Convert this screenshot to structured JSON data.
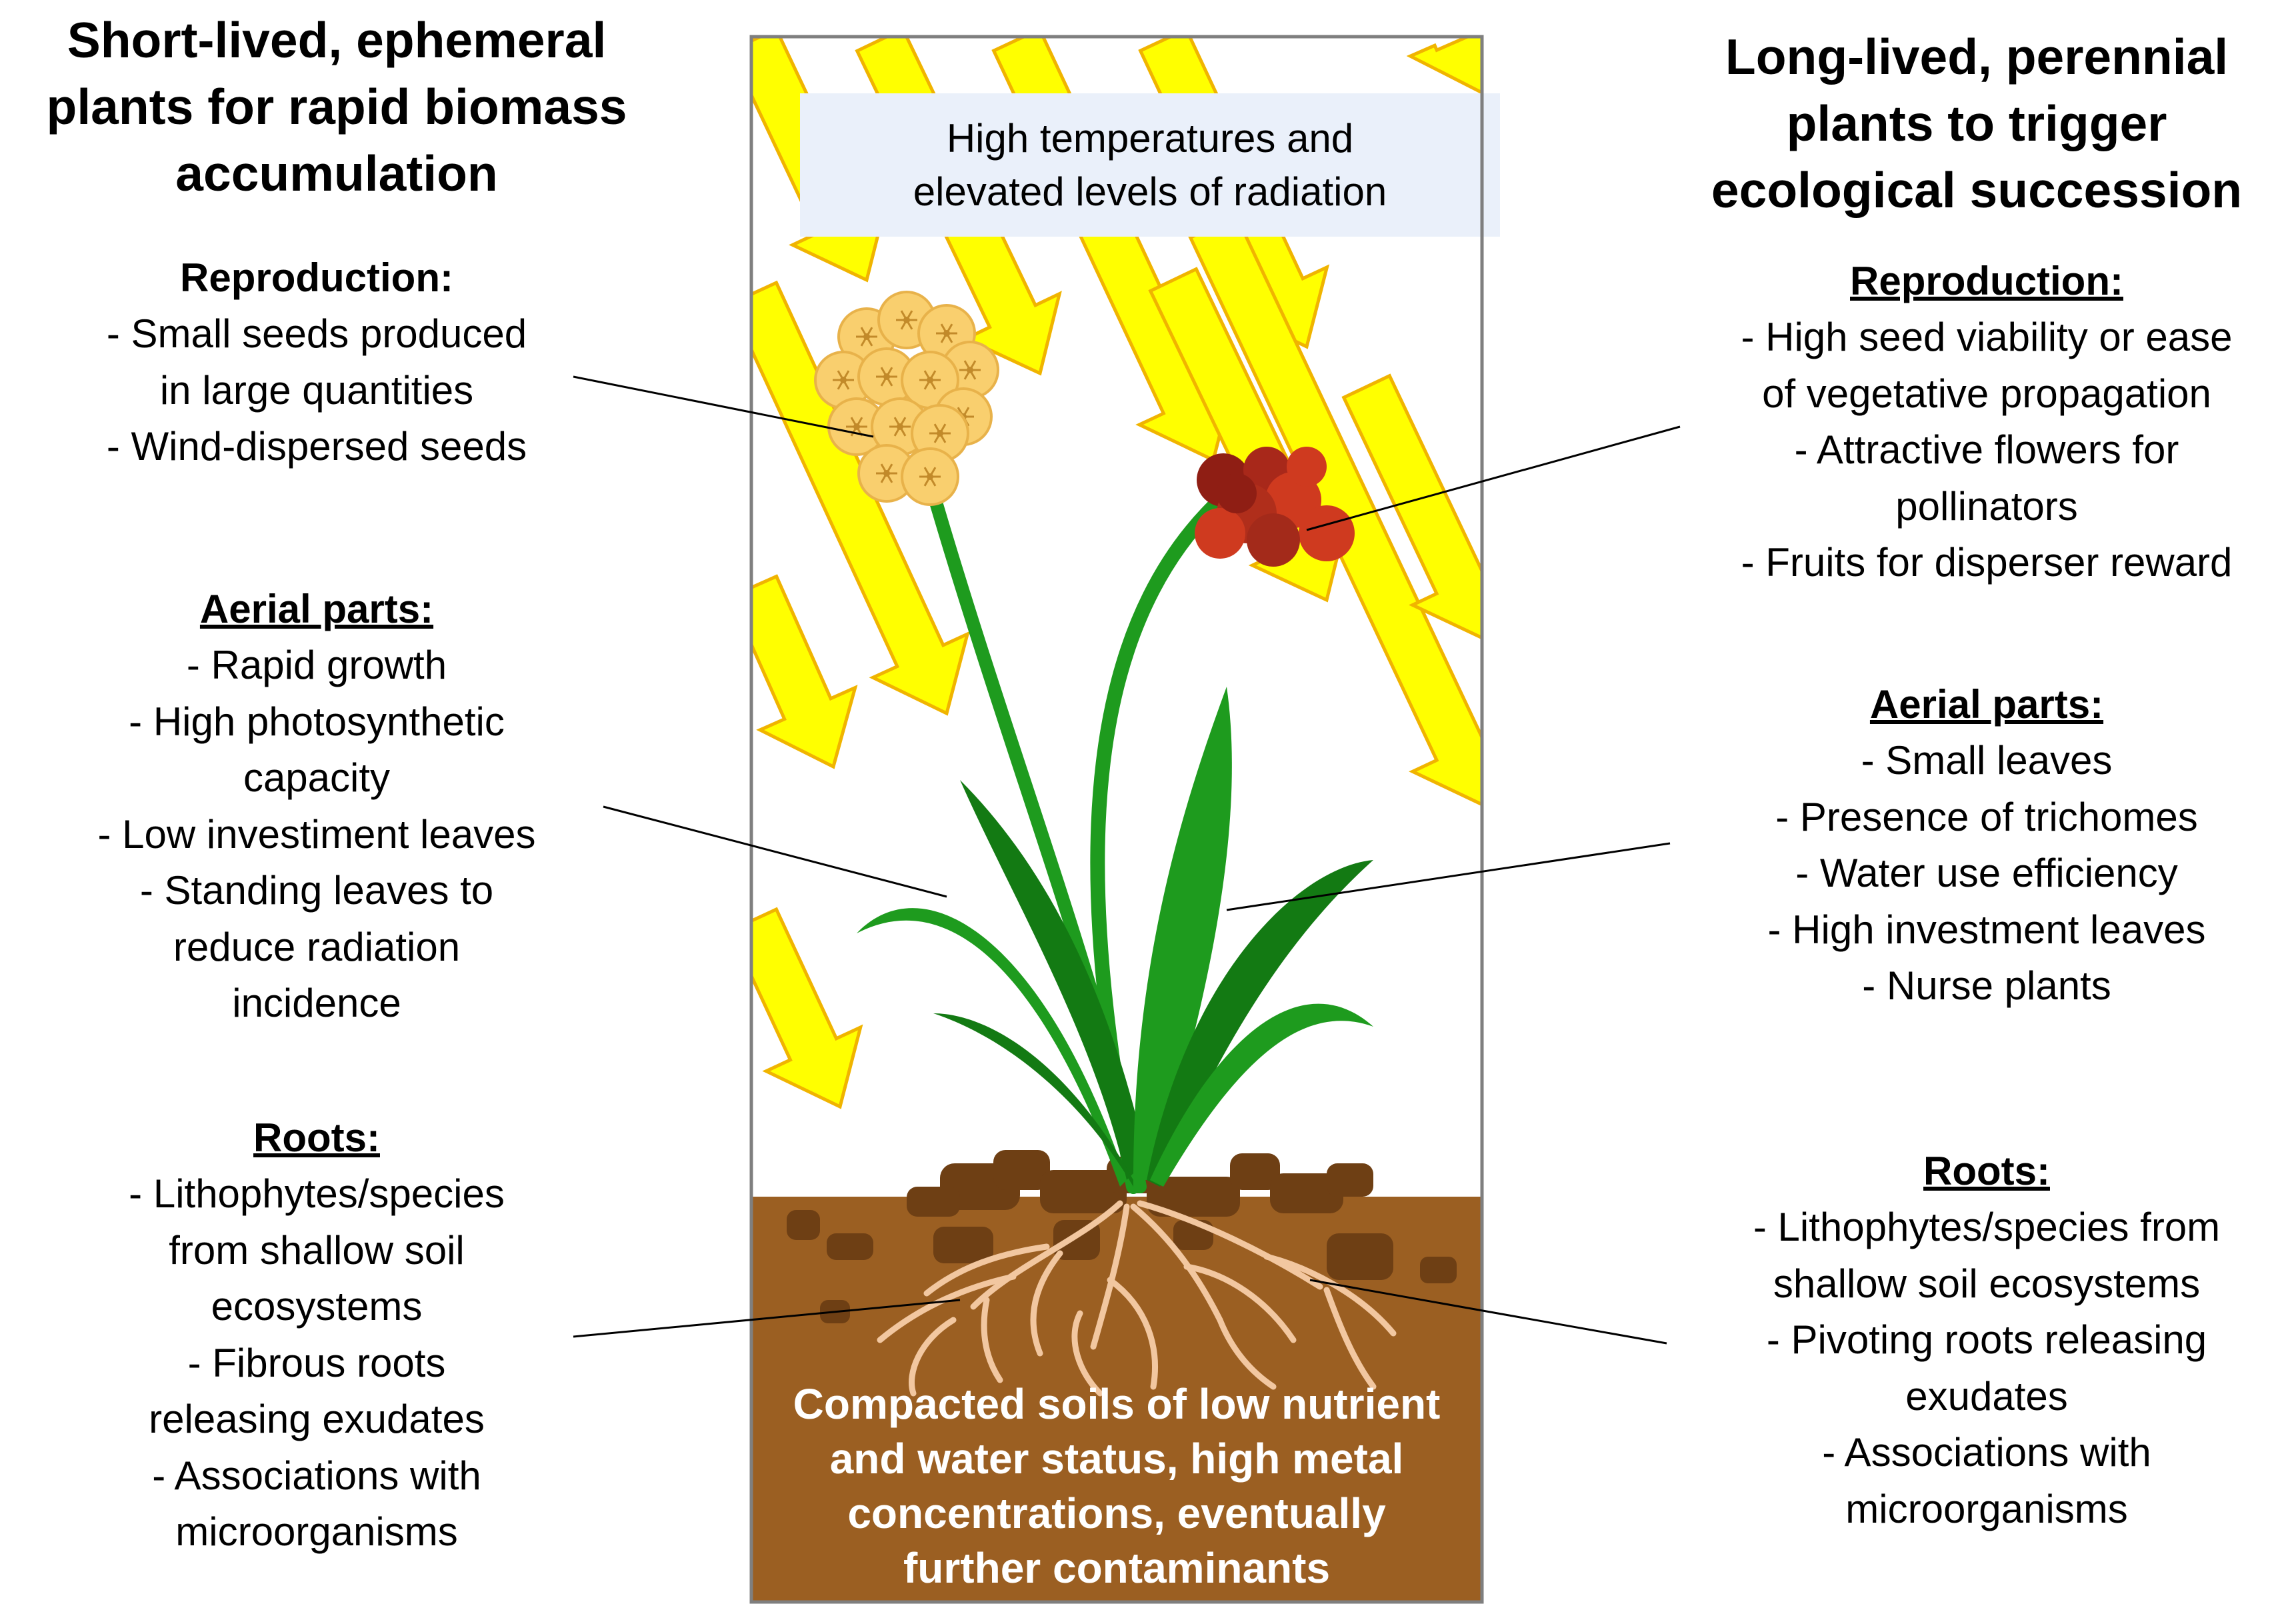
{
  "left": {
    "heading": [
      "Short-lived, ephemeral",
      "plants for rapid biomass",
      "accumulation"
    ],
    "sections": [
      {
        "title": "Reproduction:",
        "underline": false,
        "lines": [
          "- Small seeds produced",
          "in large quantities",
          "- Wind-dispersed seeds"
        ]
      },
      {
        "title": "Aerial parts:",
        "underline": true,
        "lines": [
          "- Rapid growth",
          "- High photosynthetic",
          "capacity",
          "- Low investiment leaves",
          "- Standing leaves to",
          "reduce radiation",
          "incidence"
        ]
      },
      {
        "title": "Roots:",
        "underline": true,
        "lines": [
          "- Lithophytes/species",
          "from shallow soil",
          "ecosystems",
          "- Fibrous roots",
          "releasing exudates",
          "- Associations with",
          "microorganisms"
        ]
      }
    ]
  },
  "right": {
    "heading": [
      "Long-lived, perennial",
      "plants to trigger",
      "ecological succession"
    ],
    "sections": [
      {
        "title": "Reproduction:",
        "underline": true,
        "lines": [
          "- High seed viability or ease",
          "of vegetative propagation",
          "- Attractive flowers for",
          "pollinators",
          "- Fruits for disperser reward"
        ]
      },
      {
        "title": "Aerial parts:",
        "underline": true,
        "lines": [
          "- Small leaves",
          "- Presence of trichomes",
          "- Water use efficiency",
          "- High investment leaves",
          "- Nurse plants"
        ]
      },
      {
        "title": "Roots:",
        "underline": true,
        "lines": [
          "- Lithophytes/species from",
          "shallow soil ecosystems",
          "- Pivoting roots releasing",
          "exudates",
          "- Associations with",
          "microorganisms"
        ]
      }
    ]
  },
  "center": {
    "sky_label": [
      "High temperatures and",
      "elevated levels of radiation"
    ],
    "soil_label": [
      "Compacted soils of low nutrient",
      "and water status, high metal",
      "concentrations, eventually",
      "further contaminants"
    ]
  },
  "colors": {
    "arrow_fill": "#ffff00",
    "arrow_stroke": "#f0b400",
    "sky_label_bg": "#eaf0fa",
    "soil": "#9b5f22",
    "soil_dark": "#6e3f14",
    "root": "#f2c7a0",
    "leaf": "#1e9b1e",
    "leaf_dark": "#137a13",
    "seedhead": "#f9cf6e",
    "seed_dot": "#c28a2a",
    "fruit": "#cf3a1f",
    "fruit_dark": "#8f1e14"
  }
}
